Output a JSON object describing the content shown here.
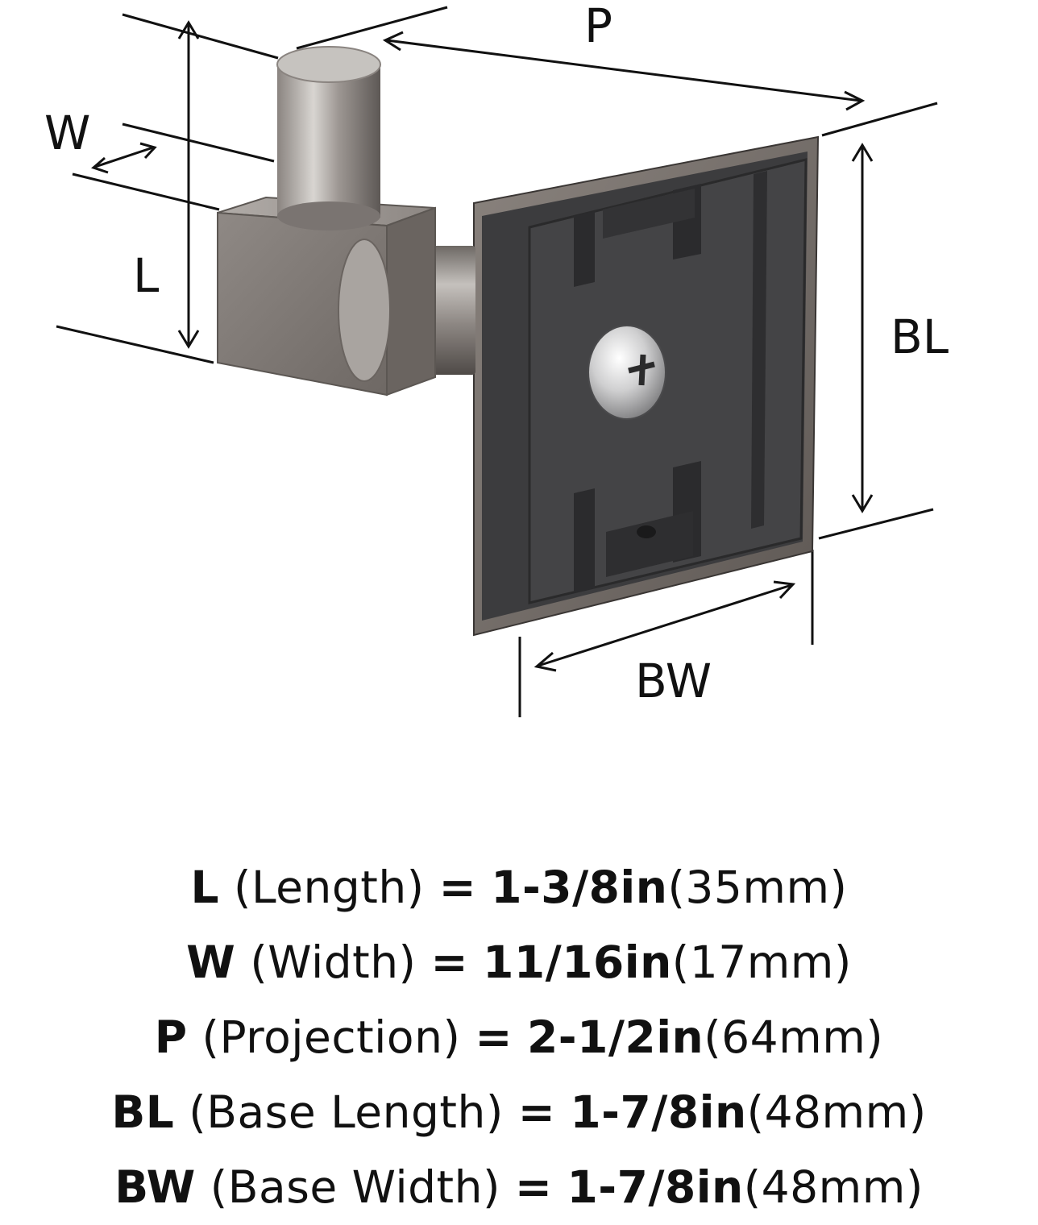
{
  "dimension_labels": {
    "p": "P",
    "w": "W",
    "l": "L",
    "bl": "BL",
    "bw": "BW"
  },
  "specifications": [
    {
      "code": "L",
      "name": "(Length)",
      "equals": "=",
      "imperial": "1-3/8in",
      "metric": "(35mm)"
    },
    {
      "code": "W",
      "name": "(Width)",
      "equals": "=",
      "imperial": "11/16in",
      "metric": "(17mm)"
    },
    {
      "code": "P",
      "name": "(Projection)",
      "equals": "=",
      "imperial": "2-1/2in",
      "metric": "(64mm)"
    },
    {
      "code": "BL",
      "name": "(Base Length)",
      "equals": "=",
      "imperial": "1-7/8in",
      "metric": "(48mm)"
    },
    {
      "code": "BW",
      "name": "(Base Width)",
      "equals": "=",
      "imperial": "1-7/8in",
      "metric": "(48mm)"
    }
  ],
  "colors": {
    "base_plate": "#3e3e40",
    "base_frame": "#7b746f",
    "metal_light": "#c9c6c2",
    "metal_dark": "#5f5a57",
    "line": "#111111"
  }
}
